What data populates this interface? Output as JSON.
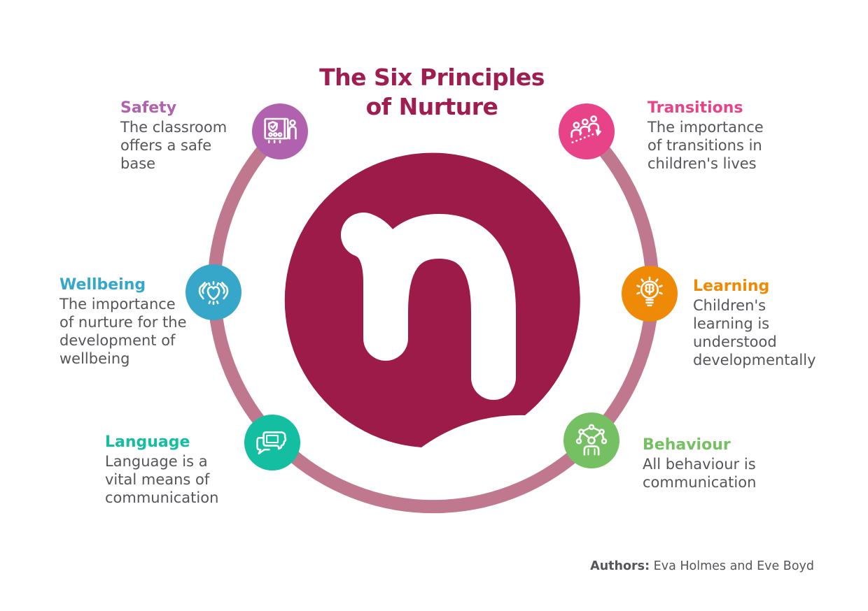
{
  "title": {
    "line1": "The Six Principles",
    "line2": "of Nurture"
  },
  "logo": {
    "letter": "n",
    "bubble_color": "#9D1B48",
    "letter_color": "#FFFFFF"
  },
  "colors": {
    "background": "#FFFFFF",
    "title": "#A01D51",
    "ring": "#C0788F",
    "body_text": "#55565A"
  },
  "principles": [
    {
      "id": "safety",
      "name": "Safety",
      "description": "The classroom offers a safe base",
      "color": "#B162AE",
      "icon": "safe-base-board-icon"
    },
    {
      "id": "transitions",
      "name": "Transitions",
      "description": "The importance of transitions in children's lives",
      "color": "#E84388",
      "icon": "people-transition-arrow-icon"
    },
    {
      "id": "wellbeing",
      "name": "Wellbeing",
      "description": "The importance of nurture for the development of wellbeing",
      "color": "#36A7C9",
      "icon": "hands-holding-heart-icon"
    },
    {
      "id": "learning",
      "name": "Learning",
      "description": "Children's learning is understood developmentally",
      "color": "#EE8A06",
      "icon": "brain-lightbulb-icon"
    },
    {
      "id": "language",
      "name": "Language",
      "description": "Language is a vital means of communication",
      "color": "#13BFA0",
      "icon": "speech-bubbles-icon"
    },
    {
      "id": "behaviour",
      "name": "Behaviour",
      "description": "All behaviour is communication",
      "color": "#74C062",
      "icon": "person-network-icon"
    }
  ],
  "authors": {
    "label": "Authors:",
    "names": "Eva Holmes and Eve Boyd"
  }
}
